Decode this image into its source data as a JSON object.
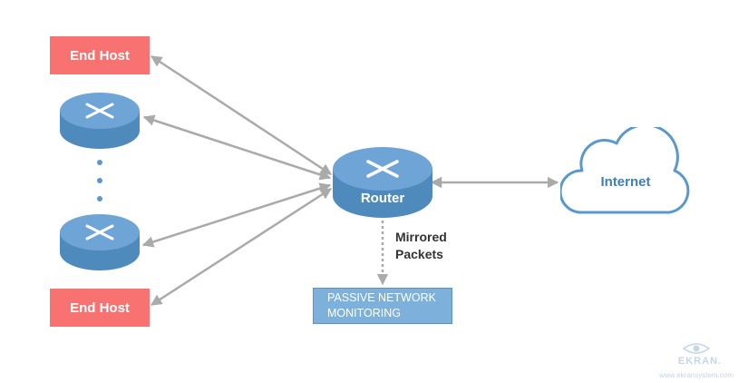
{
  "nodes": {
    "end_host_top": "End Host",
    "end_host_bottom": "End Host",
    "router": "Router",
    "internet": "Internet",
    "monitoring": [
      "PASSIVE NETWORK",
      "MONITORING"
    ]
  },
  "edges": {
    "mirrored_packets": [
      "Mirrored",
      "Packets"
    ]
  },
  "branding": {
    "logo": "EKRAN.",
    "url": "www.ekransystem.com"
  },
  "colors": {
    "host": "#f87272",
    "router": "#5b98cb",
    "internet": "#5b98cb",
    "monitor": "#7eb0dc",
    "arrows": "#aaaaaa"
  },
  "icons": [
    "router-icon",
    "cloud-icon",
    "eye-icon"
  ]
}
